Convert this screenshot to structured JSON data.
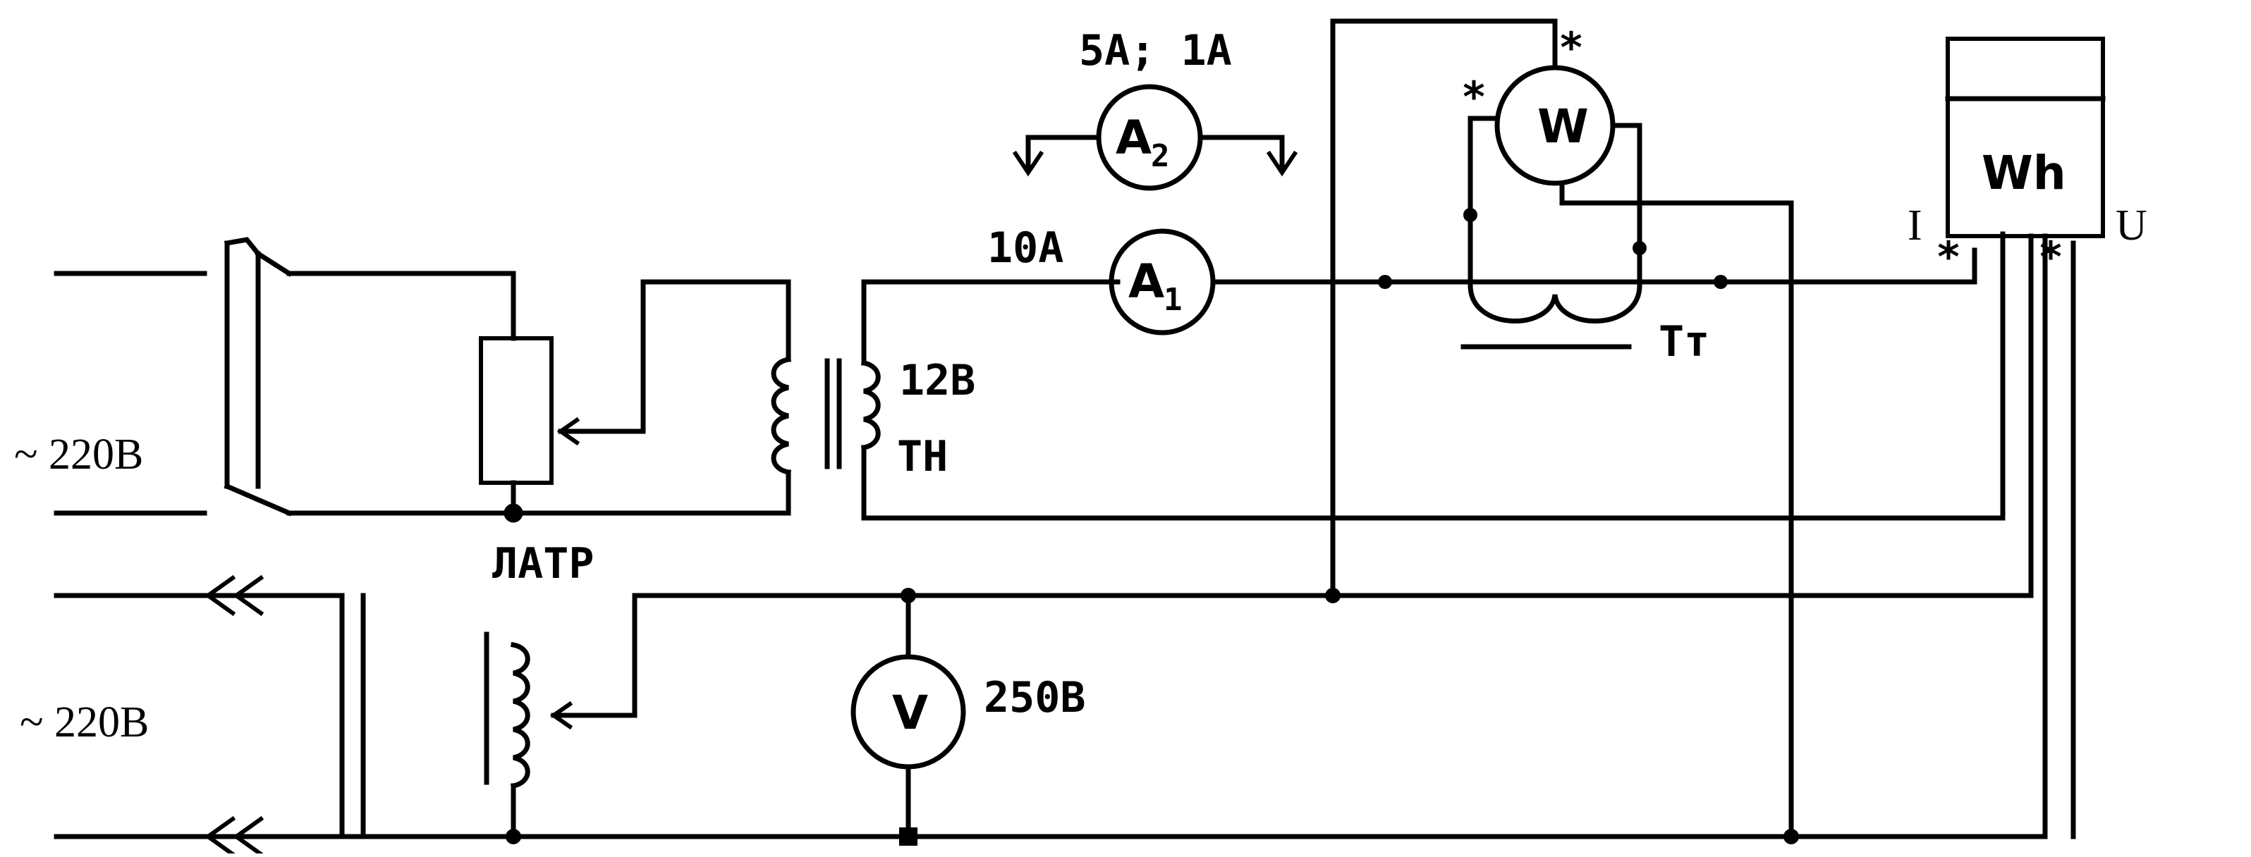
{
  "labels": {
    "supply_top": "~ 220B",
    "supply_bottom": "~ 220B",
    "latr": "ЛАТР",
    "tn_voltage": "12В",
    "tn_name": "ТН",
    "a1_range": "10А",
    "a2_range": "5А; 1А",
    "tt_name": "Тт",
    "v_range": "250В",
    "terminal_i": "I",
    "terminal_u": "U",
    "star_mark": "*"
  },
  "meters": {
    "a1_letter": "A",
    "a1_sub": "1",
    "a2_letter": "A",
    "a2_sub": "2",
    "w_letter": "W",
    "v_letter": "V",
    "wh_letter": "Wh"
  }
}
